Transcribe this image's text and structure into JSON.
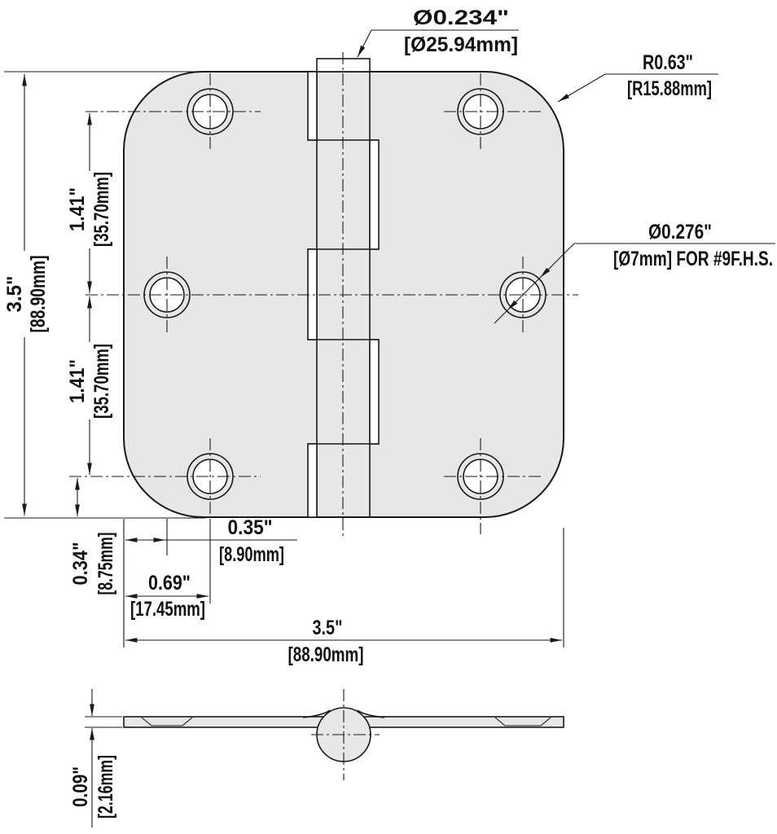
{
  "drawing": {
    "type": "technical-dimension-drawing",
    "subject": "door-hinge",
    "colors": {
      "line": "#1a1a1a",
      "metal_fill": "#e7e7e7",
      "background": "#ffffff"
    },
    "callouts": {
      "pin_diameter": {
        "in": "Ø0.234\"",
        "mm": "[Ø25.94mm]"
      },
      "corner_radius": {
        "in": "R0.63\"",
        "mm": "[R15.88mm]"
      },
      "screw_hole": {
        "in": "Ø0.276\"",
        "mm": "[Ø7mm] FOR #9F.H.S."
      }
    },
    "dimensions": {
      "height": {
        "in": "3.5\"",
        "mm": "[88.90mm]"
      },
      "upper_hole_spacing": {
        "in": "1.41\"",
        "mm": "[35.70mm]"
      },
      "lower_hole_spacing": {
        "in": "1.41\"",
        "mm": "[35.70mm]"
      },
      "hole_to_bottom_edge": {
        "in": "0.34\"",
        "mm": "[8.75mm]"
      },
      "edge_to_inner_hole": {
        "in": "0.35\"",
        "mm": "[8.90mm]"
      },
      "edge_to_outer_hole": {
        "in": "0.69\"",
        "mm": "[17.45mm]"
      },
      "width": {
        "in": "3.5\"",
        "mm": "[88.90mm]"
      },
      "leaf_thickness": {
        "in": "0.09\"",
        "mm": "[2.16mm]"
      }
    }
  }
}
